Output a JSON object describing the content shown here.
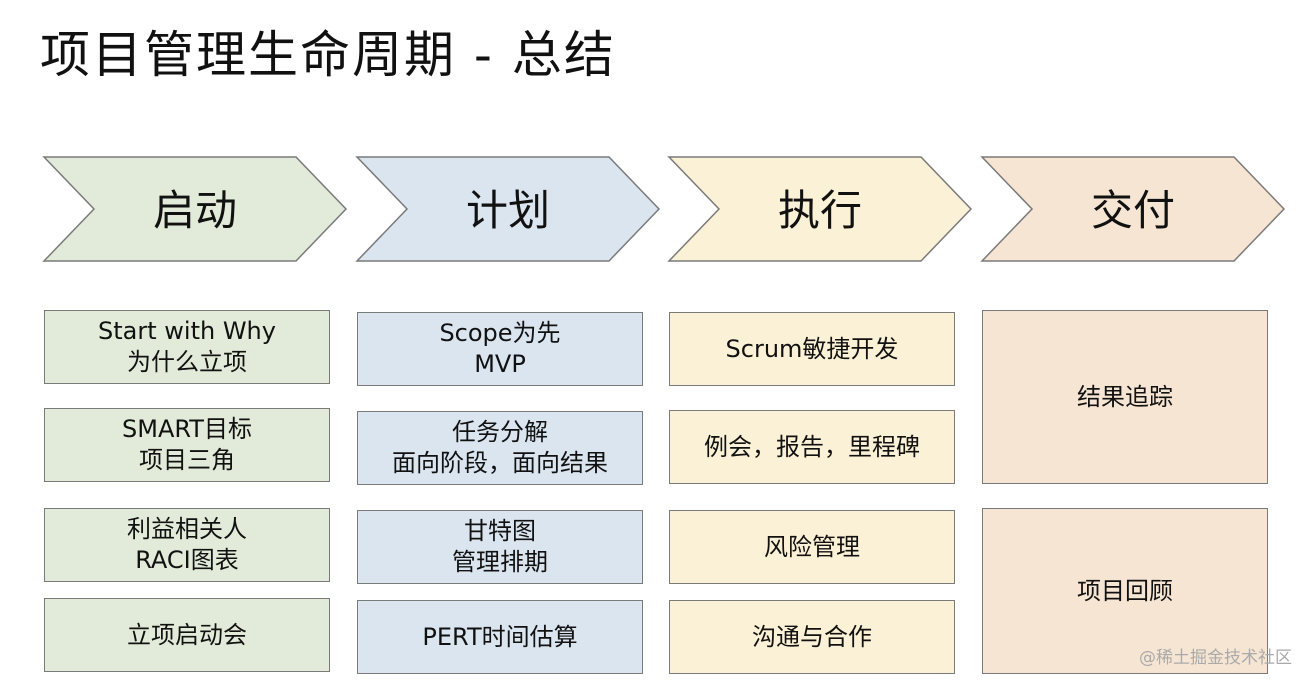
{
  "title": "项目管理生命周期 - 总结",
  "colors": {
    "start": "#e2ebd9",
    "plan": "#dbe5f0",
    "execute": "#fbf1d6",
    "deliver": "#f6e5d3",
    "border": "#7a7a7a"
  },
  "phases": [
    {
      "label": "启动"
    },
    {
      "label": "计划"
    },
    {
      "label": "执行"
    },
    {
      "label": "交付"
    }
  ],
  "columns": [
    {
      "items": [
        {
          "line1": "Start with Why",
          "line2": "为什么立项"
        },
        {
          "line1": "SMART目标",
          "line2": "项目三角"
        },
        {
          "line1": "利益相关人",
          "line2": "RACI图表"
        },
        {
          "line1": "立项启动会",
          "line2": ""
        }
      ]
    },
    {
      "items": [
        {
          "line1": "Scope为先",
          "line2": "MVP"
        },
        {
          "line1": "任务分解",
          "line2": "面向阶段，面向结果"
        },
        {
          "line1": "甘特图",
          "line2": "管理排期"
        },
        {
          "line1": "PERT时间估算",
          "line2": ""
        }
      ]
    },
    {
      "items": [
        {
          "line1": "Scrum敏捷开发",
          "line2": ""
        },
        {
          "line1": "例会，报告，里程碑",
          "line2": ""
        },
        {
          "line1": "风险管理",
          "line2": ""
        },
        {
          "line1": "沟通与合作",
          "line2": ""
        }
      ]
    },
    {
      "items": [
        {
          "line1": "结果追踪",
          "line2": ""
        },
        {
          "line1": "项目回顾",
          "line2": ""
        }
      ]
    }
  ],
  "watermark": "@稀土掘金技术社区"
}
